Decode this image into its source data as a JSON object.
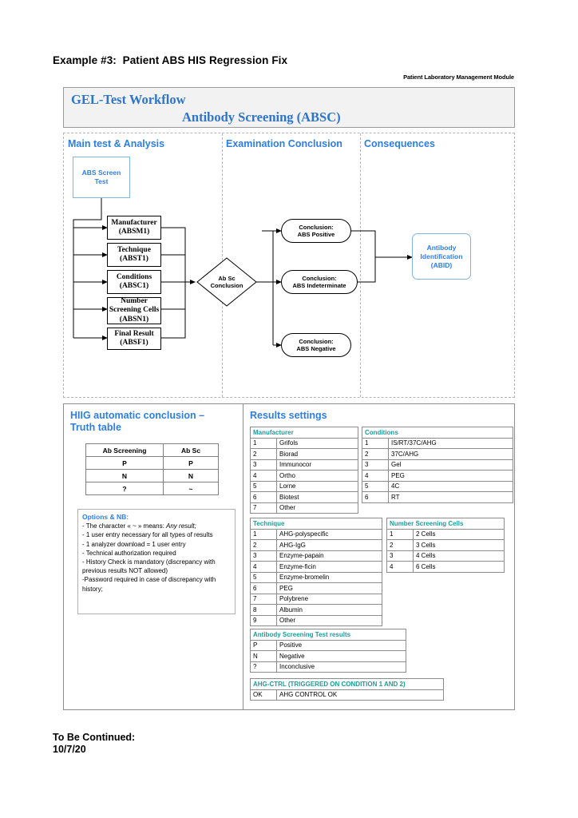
{
  "document": {
    "title": "Example #3:  Patient ABS HIS Regression Fix",
    "module_label": "Patient Laboratory Management Module",
    "footer": "To Be Continued:\n10/7/20"
  },
  "banner": {
    "line1": "GEL-Test Workflow",
    "line2": "Antibody Screening (ABSC)"
  },
  "flow": {
    "columns": [
      {
        "label": "Main test & Analysis"
      },
      {
        "label": "Examination Conclusion"
      },
      {
        "label": "Consequences"
      }
    ],
    "start_node": "ABS Screen\nTest",
    "attribute_nodes": [
      "Manufacturer\n(ABSM1)",
      "Technique\n(ABST1)",
      "Conditions\n(ABSC1)",
      "Number\nScreening Cells\n(ABSN1)",
      "Final Result\n(ABSF1)"
    ],
    "decision_node": "Ab Sc\nConclusion",
    "conclusion_nodes": [
      "Conclusion:\nABS Positive",
      "Conclusion:\nABS Indeterminate",
      "Conclusion:\nABS Negative"
    ],
    "consequence_node": "Antibody\nIdentification\n(ABID)"
  },
  "truth_section": {
    "heading": "HIIG automatic conclusion –\nTruth table",
    "table": {
      "headers": [
        "Ab Screening",
        "Ab Sc"
      ],
      "rows": [
        [
          "P",
          "P"
        ],
        [
          "N",
          "N"
        ],
        [
          "?",
          "~"
        ]
      ]
    },
    "options": {
      "title": "Options & NB:",
      "lines": [
        "- The character « ~ » means: ",
        "- 1 user entry necessary for all types of results",
        "- 1 analyzer download = 1 user entry",
        "- Technical authorization required",
        "- History Check is mandatory (discrepancy with previous results NOT allowed)",
        "-Password required in case of discrepancy with history;"
      ],
      "italic_term": "Any result;"
    }
  },
  "results_section": {
    "heading": "Results settings",
    "tables": [
      {
        "name": "manufacturer",
        "header": "Manufacturer",
        "rows": [
          [
            "1",
            "Grifols"
          ],
          [
            "2",
            "Biorad"
          ],
          [
            "3",
            "Immunocor"
          ],
          [
            "4",
            "Ortho"
          ],
          [
            "5",
            "Lorne"
          ],
          [
            "6",
            "Biotest"
          ],
          [
            "7",
            "Other"
          ]
        ]
      },
      {
        "name": "conditions",
        "header": "Conditions",
        "rows": [
          [
            "1",
            "IS/RT/37C/AHG"
          ],
          [
            "2",
            "37C/AHG"
          ],
          [
            "3",
            "Gel"
          ],
          [
            "4",
            "PEG"
          ],
          [
            "5",
            "4C"
          ],
          [
            "6",
            "RT"
          ]
        ]
      },
      {
        "name": "technique",
        "header": "Technique",
        "rows": [
          [
            "1",
            "AHG-polyspecific"
          ],
          [
            "2",
            "AHG-IgG"
          ],
          [
            "3",
            "Enzyme-papain"
          ],
          [
            "4",
            "Enzyme-ficin"
          ],
          [
            "5",
            "Enzyme-bromelin"
          ],
          [
            "6",
            "PEG"
          ],
          [
            "7",
            "Polybrene"
          ],
          [
            "8",
            "Albumin"
          ],
          [
            "9",
            "Other"
          ]
        ]
      },
      {
        "name": "number-screening-cells",
        "header": "Number Screening Cells",
        "rows": [
          [
            "1",
            "2 Cells"
          ],
          [
            "2",
            "3 Cells"
          ],
          [
            "3",
            "4 Cells"
          ],
          [
            "4",
            "6 Cells"
          ]
        ]
      },
      {
        "name": "antibody-screening-test-results",
        "header": "Antibody Screening Test results",
        "rows": [
          [
            "P",
            "Positive"
          ],
          [
            "N",
            "Negative"
          ],
          [
            "?",
            "Inconclusive"
          ]
        ]
      },
      {
        "name": "ahg-ctrl",
        "header": "AHG-CTRL (TRIGGERED ON CONDITION 1 AND 2)",
        "rows": [
          [
            "OK",
            "AHG CONTROL OK"
          ]
        ]
      }
    ]
  },
  "colors": {
    "heading_blue": "#2e7ee0",
    "banner_blue": "#2e74c8",
    "table_header_teal": "#1f9a9a",
    "node_blue_border": "#7eb6e8"
  }
}
